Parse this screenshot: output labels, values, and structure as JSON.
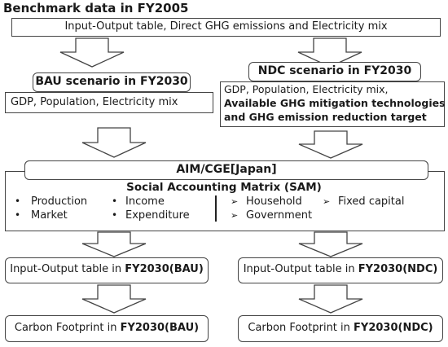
{
  "header": {
    "title": "Benchmark data in FY2005"
  },
  "inputs_box": {
    "text": "Input-Output table, Direct GHG emissions and Electricity mix"
  },
  "bau": {
    "title": "BAU scenario in FY2030",
    "text": "GDP, Population, Electricity mix"
  },
  "ndc": {
    "title": "NDC scenario in FY2030",
    "line1": "GDP, Population, Electricity mix,",
    "line2": "Available GHG mitigation technologies",
    "line3": "and GHG emission reduction target"
  },
  "aim": {
    "title": "AIM/CGE[Japan]"
  },
  "sam": {
    "title": "Social Accounting Matrix (SAM)",
    "col1": [
      "Production",
      "Market"
    ],
    "col2": [
      "Income",
      "Expenditure"
    ],
    "col3": [
      "Household",
      "Government"
    ],
    "col4": [
      "Fixed capital"
    ],
    "bullet_glyph": "•",
    "arrow_glyph": "➢"
  },
  "io_bau": {
    "prefix": "Input-Output table in ",
    "bold": "FY2030(BAU)"
  },
  "io_ndc": {
    "prefix": "Input-Output table in ",
    "bold": "FY2030(NDC)"
  },
  "cf_bau": {
    "prefix": "Carbon Footprint in ",
    "bold": "FY2030(BAU)"
  },
  "cf_ndc": {
    "prefix": "Carbon Footprint in ",
    "bold": "FY2030(NDC)"
  }
}
